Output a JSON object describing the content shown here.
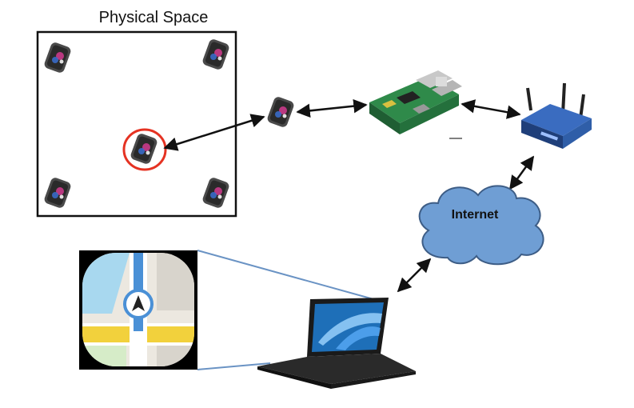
{
  "physical_space": {
    "title": "Physical Space"
  },
  "cloud": {
    "label": "Internet"
  },
  "colors": {
    "space_border": "#111111",
    "highlight_ring": "#e53222",
    "cloud_fill": "#6f9ed4",
    "cloud_stroke": "#3d5d86",
    "connector": "#111111",
    "zoom_lines": "#6a93c4",
    "router_blue": "#2f5ea8",
    "board_green": "#2f8a4a",
    "map_yellow": "#f2d13c",
    "map_blue": "#4a90d6"
  },
  "icons": {
    "beacon": "beacon-device-icon",
    "gateway": "raspberry-pi-icon",
    "router": "wifi-router-icon",
    "laptop": "laptop-icon",
    "map_app": "navigation-map-icon",
    "arrows": "double-arrow"
  }
}
